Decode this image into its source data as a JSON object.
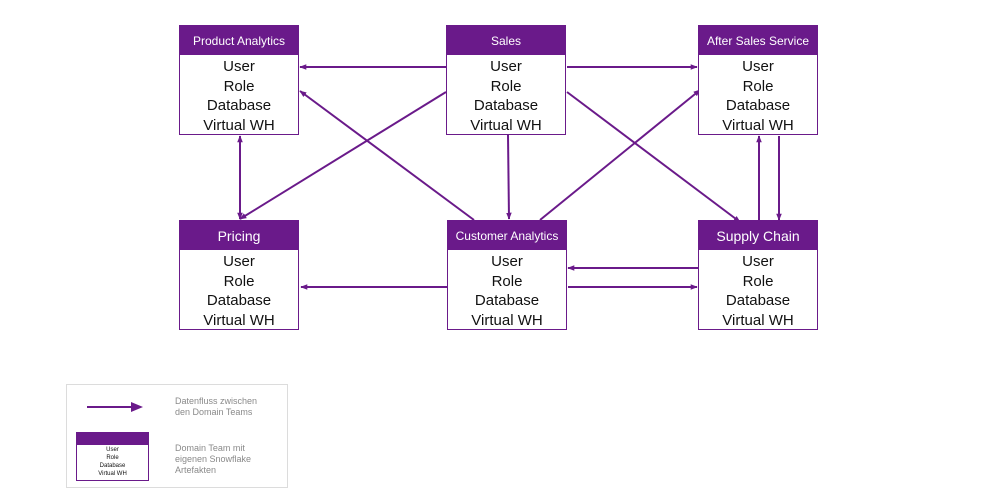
{
  "colors": {
    "accent": "#6a1a8a",
    "arrow": "#6a1a8a"
  },
  "nodes": [
    {
      "id": "product-analytics",
      "title": "Product Analytics",
      "items": [
        "User",
        "Role",
        "Database",
        "Virtual WH"
      ]
    },
    {
      "id": "sales",
      "title": "Sales",
      "items": [
        "User",
        "Role",
        "Database",
        "Virtual WH"
      ]
    },
    {
      "id": "after-sales-service",
      "title": "After Sales Service",
      "items": [
        "User",
        "Role",
        "Database",
        "Virtual WH"
      ]
    },
    {
      "id": "pricing",
      "title": "Pricing",
      "items": [
        "User",
        "Role",
        "Database",
        "Virtual WH"
      ]
    },
    {
      "id": "customer-analytics",
      "title": "Customer Analytics",
      "items": [
        "User",
        "Role",
        "Database",
        "Virtual WH"
      ]
    },
    {
      "id": "supply-chain",
      "title": "Supply Chain",
      "items": [
        "User",
        "Role",
        "Database",
        "Virtual WH"
      ]
    }
  ],
  "edges": [
    {
      "from": "sales",
      "to": "product-analytics"
    },
    {
      "from": "sales",
      "to": "after-sales-service"
    },
    {
      "from": "sales",
      "to": "pricing"
    },
    {
      "from": "sales",
      "to": "customer-analytics"
    },
    {
      "from": "sales",
      "to": "supply-chain"
    },
    {
      "from": "customer-analytics",
      "to": "product-analytics"
    },
    {
      "from": "customer-analytics",
      "to": "after-sales-service"
    },
    {
      "from": "customer-analytics",
      "to": "pricing"
    },
    {
      "from": "customer-analytics",
      "to": "supply-chain"
    },
    {
      "from": "supply-chain",
      "to": "customer-analytics"
    },
    {
      "from": "pricing",
      "to": "product-analytics"
    },
    {
      "from": "product-analytics",
      "to": "pricing"
    },
    {
      "from": "supply-chain",
      "to": "after-sales-service"
    },
    {
      "from": "after-sales-service",
      "to": "supply-chain"
    }
  ],
  "legend": {
    "flow_label_line1": "Datenfluss  zwischen",
    "flow_label_line2": "den Domain Teams",
    "node_label_line1": "Domain Team mit",
    "node_label_line2": "eigenen Snowflake",
    "node_label_line3": "Artefakten",
    "node_items": [
      "User",
      "Role",
      "Database",
      "Virtual WH"
    ]
  }
}
